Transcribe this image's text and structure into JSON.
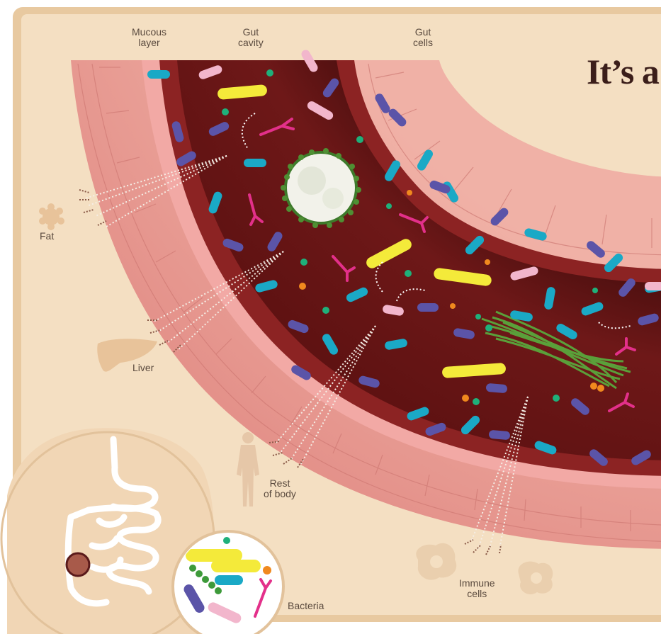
{
  "title": "It’s a",
  "labels": {
    "mucous_layer": [
      "Mucous",
      "layer"
    ],
    "gut_cavity": [
      "Gut",
      "cavity"
    ],
    "gut_cells": [
      "Gut",
      "cells"
    ],
    "fat": "Fat",
    "liver": "Liver",
    "rest_of_body": [
      "Rest",
      "of body"
    ],
    "immune_cells": [
      "Immune",
      "cells"
    ],
    "bacteria": "Bacteria"
  },
  "colors": {
    "background": "#f4dfc2",
    "border": "#e8c9a0",
    "gut_wall": "#e9a39c",
    "gut_cavity": "#6b1616",
    "bacteria_yellow": "#f4ea3a",
    "bacteria_cyan": "#1aa9c6",
    "bacteria_purple": "#5b54a8",
    "bacteria_pink": "#f2b6cc",
    "fiber_green": "#5aa83c"
  },
  "icons": [
    "fat-cell-icon",
    "liver-icon",
    "human-body-icon",
    "immune-cell-icon",
    "torso-digestive-system-icon",
    "magnifier-bacteria-icon"
  ]
}
